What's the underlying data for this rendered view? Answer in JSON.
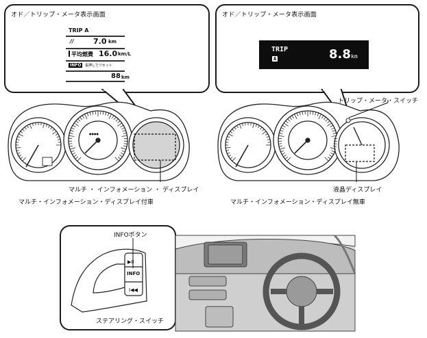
{
  "left_display": {
    "header": "オド／トリップ・メータ表示画面",
    "trip_label": "TRIP A",
    "distance": "7.0",
    "distance_unit": "km",
    "fuel_label": "平均燃費",
    "fuel_value": "16.0",
    "fuel_unit": "km/L",
    "info_badge": "INFO",
    "info_text": "長押しでリセット",
    "range_value": "88",
    "range_unit": "km"
  },
  "right_display": {
    "header": "オド／トリップ・メータ表示画面",
    "trip_label": "TRIP",
    "trip_badge": "A",
    "value": "8.8",
    "unit": "km"
  },
  "labels": {
    "trip_switch": "トリップ・メータ・スイッチ",
    "mid_display": "マルチ ・ インフォメーション ・ ディスプレイ",
    "caption_with_mid": "マルチ・インフォメーション・ディスプレイ付車",
    "lcd_display": "液晶ディスプレイ",
    "caption_without_mid": "マルチ・インフォメーション・ディスプレイ無車",
    "info_button": "INFOボタン",
    "steering_switch": "ステアリング・スイッチ",
    "info_key": "INFO"
  }
}
